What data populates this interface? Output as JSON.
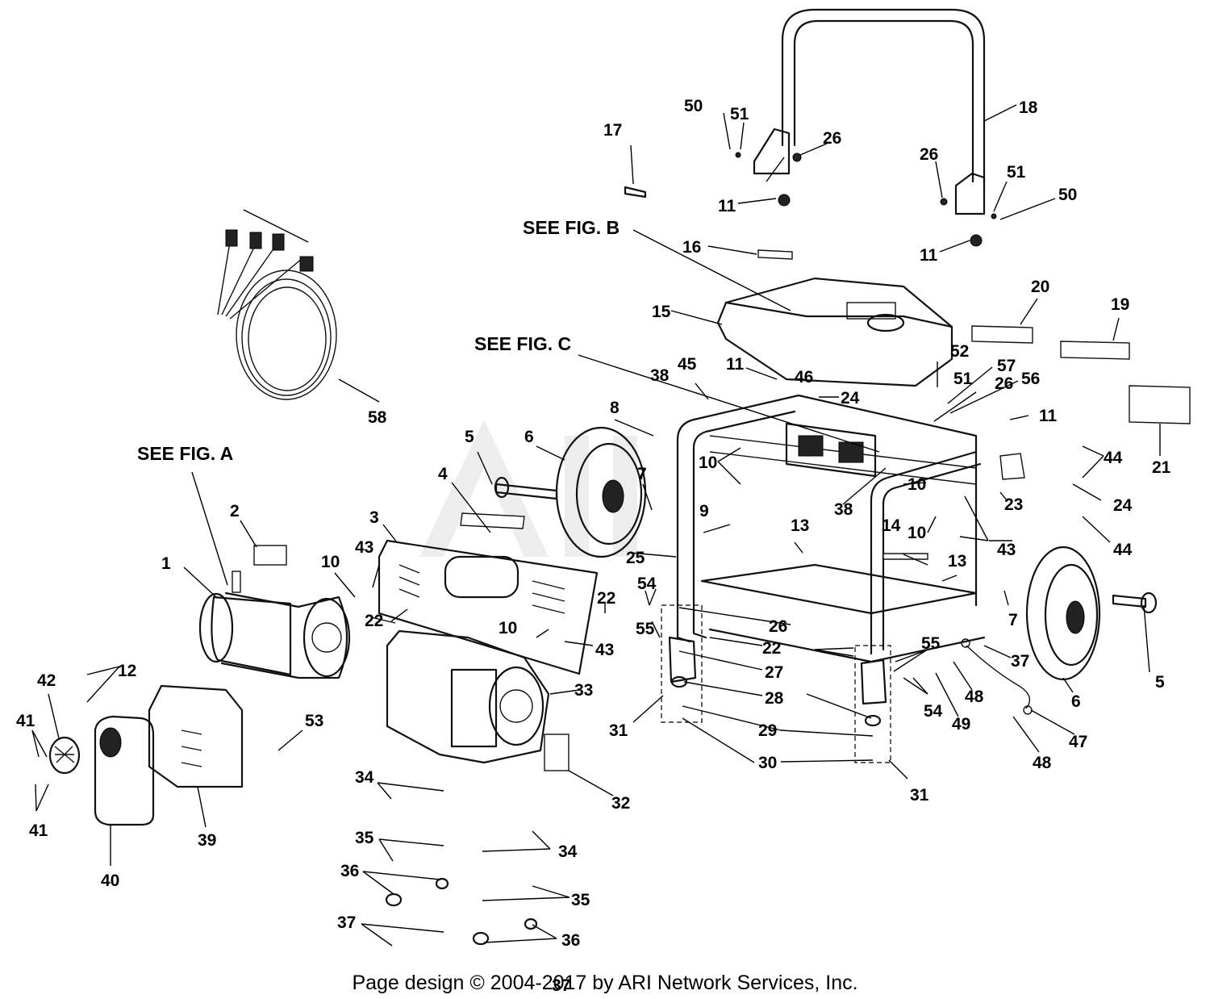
{
  "footer": "Page design © 2004-2017 by ARI Network Services, Inc.",
  "callouts": [
    "1",
    "2",
    "3",
    "4",
    "5",
    "5",
    "6",
    "6",
    "7",
    "7",
    "8",
    "9",
    "10",
    "10",
    "10",
    "10",
    "10",
    "11",
    "11",
    "11",
    "11",
    "12",
    "13",
    "13",
    "14",
    "15",
    "16",
    "17",
    "18",
    "19",
    "20",
    "21",
    "22",
    "22",
    "22",
    "23",
    "24",
    "24",
    "25",
    "26",
    "26",
    "26",
    "26",
    "27",
    "28",
    "29",
    "30",
    "31",
    "31",
    "32",
    "33",
    "34",
    "34",
    "35",
    "35",
    "36",
    "36",
    "37",
    "37",
    "37",
    "38",
    "38",
    "39",
    "40",
    "41",
    "41",
    "42",
    "43",
    "43",
    "43",
    "44",
    "44",
    "45",
    "46",
    "47",
    "48",
    "48",
    "49",
    "50",
    "50",
    "51",
    "51",
    "51",
    "52",
    "53",
    "54",
    "54",
    "55",
    "55",
    "56",
    "57",
    "58"
  ],
  "references": [
    "SEE FIG. A",
    "SEE FIG. B",
    "SEE FIG. C"
  ],
  "colors": {
    "ink": "#000000",
    "paper": "#ffffff",
    "watermark": "#d6d6d6"
  }
}
